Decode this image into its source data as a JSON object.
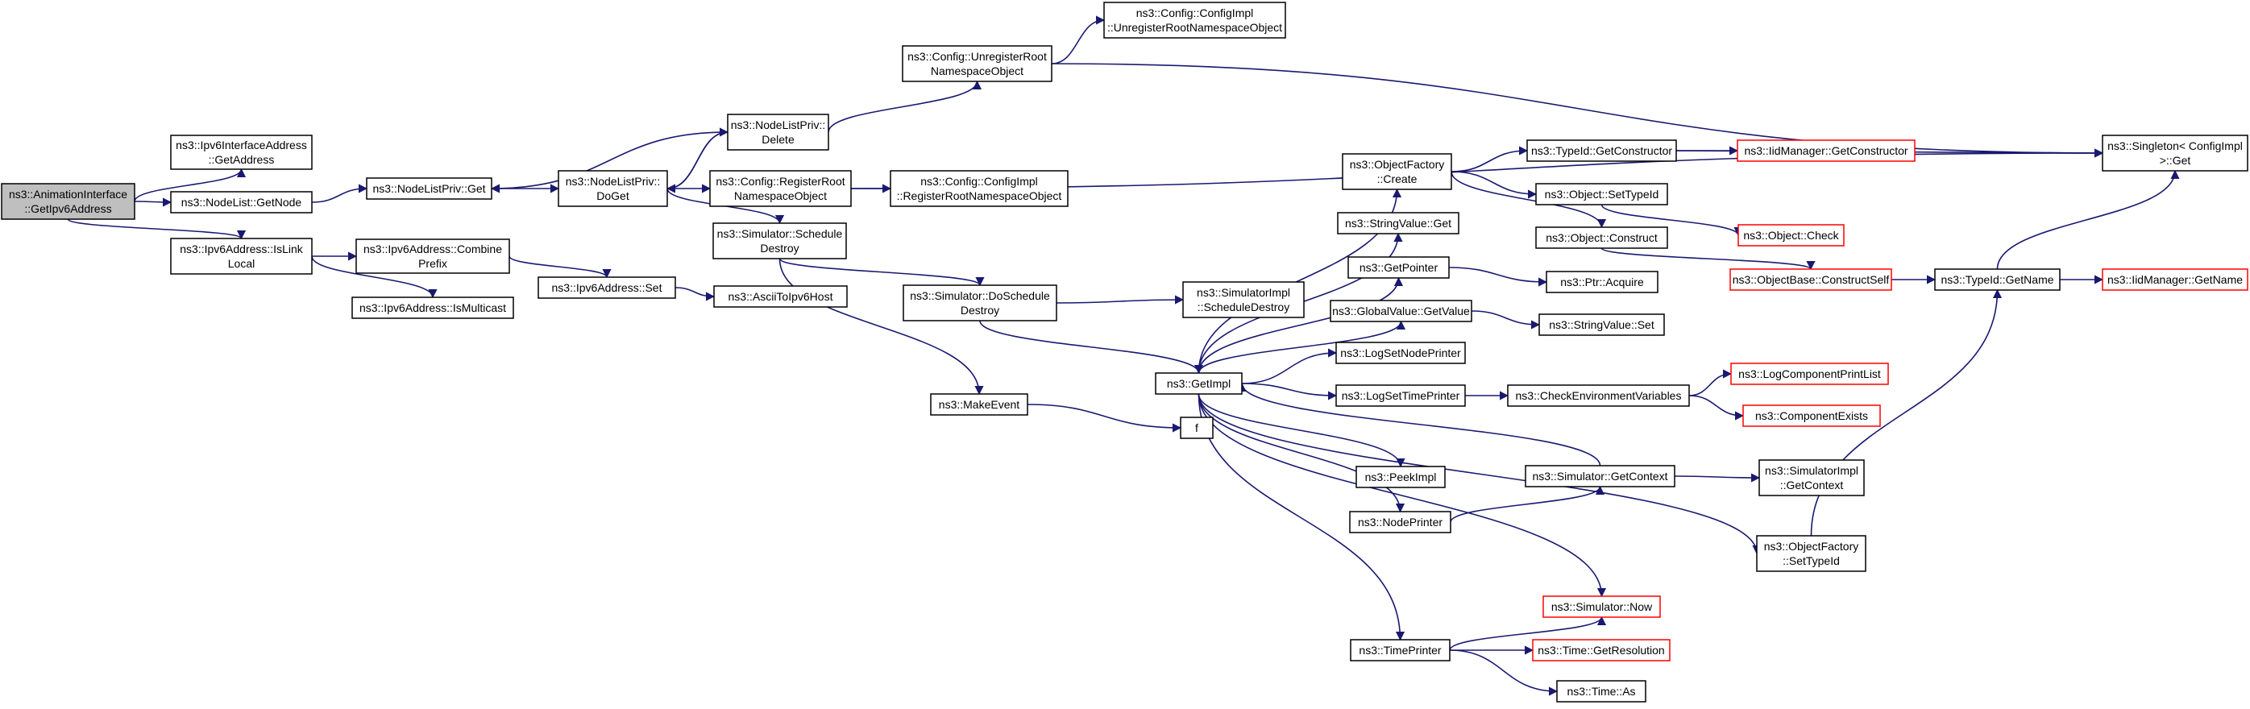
{
  "graph": {
    "root_fill": "#bfbfbf",
    "edge_color": "#191970",
    "truncated_border_color": "#ff0000",
    "nodes": [
      {
        "id": "root",
        "lines": [
          "ns3::AnimationInterface",
          "::GetIpv6Address"
        ],
        "root": true
      },
      {
        "id": "ifaddr",
        "lines": [
          "ns3::Ipv6InterfaceAddress",
          "::GetAddress"
        ]
      },
      {
        "id": "getnode",
        "lines": [
          "ns3::NodeList::GetNode"
        ]
      },
      {
        "id": "islink",
        "lines": [
          "ns3::Ipv6Address::IsLink",
          "Local"
        ]
      },
      {
        "id": "nlpget",
        "lines": [
          "ns3::NodeListPriv::Get"
        ]
      },
      {
        "id": "combine",
        "lines": [
          "ns3::Ipv6Address::Combine",
          "Prefix"
        ]
      },
      {
        "id": "ismulti",
        "lines": [
          "ns3::Ipv6Address::IsMulticast"
        ]
      },
      {
        "id": "v6set",
        "lines": [
          "ns3::Ipv6Address::Set"
        ]
      },
      {
        "id": "ascii",
        "lines": [
          "ns3::AsciiToIpv6Host"
        ]
      },
      {
        "id": "doget",
        "lines": [
          "ns3::NodeListPriv::",
          "DoGet"
        ]
      },
      {
        "id": "delete",
        "lines": [
          "ns3::NodeListPriv::",
          "Delete"
        ]
      },
      {
        "id": "unreg",
        "lines": [
          "ns3::Config::UnregisterRoot",
          "NamespaceObject"
        ]
      },
      {
        "id": "implunreg",
        "lines": [
          "ns3::Config::ConfigImpl",
          "::UnregisterRootNamespaceObject"
        ]
      },
      {
        "id": "reg",
        "lines": [
          "ns3::Config::RegisterRoot",
          "NamespaceObject"
        ]
      },
      {
        "id": "implreg",
        "lines": [
          "ns3::Config::ConfigImpl",
          "::RegisterRootNamespaceObject"
        ]
      },
      {
        "id": "schedd",
        "lines": [
          "ns3::Simulator::Schedule",
          "Destroy"
        ]
      },
      {
        "id": "doschedd",
        "lines": [
          "ns3::Simulator::DoSchedule",
          "Destroy"
        ]
      },
      {
        "id": "simimplsd",
        "lines": [
          "ns3::SimulatorImpl",
          "::ScheduleDestroy"
        ]
      },
      {
        "id": "makeevent",
        "lines": [
          "ns3::MakeEvent"
        ]
      },
      {
        "id": "f",
        "lines": [
          "f"
        ]
      },
      {
        "id": "getimpl",
        "lines": [
          "ns3::GetImpl"
        ]
      },
      {
        "id": "ofcreate",
        "lines": [
          "ns3::ObjectFactory",
          "::Create"
        ]
      },
      {
        "id": "svget",
        "lines": [
          "ns3::StringValue::Get"
        ]
      },
      {
        "id": "getpointer",
        "lines": [
          "ns3::GetPointer"
        ]
      },
      {
        "id": "gvgetvalue",
        "lines": [
          "ns3::GlobalValue::GetValue"
        ]
      },
      {
        "id": "lsnp",
        "lines": [
          "ns3::LogSetNodePrinter"
        ]
      },
      {
        "id": "lstp",
        "lines": [
          "ns3::LogSetTimePrinter"
        ]
      },
      {
        "id": "peekimpl",
        "lines": [
          "ns3::PeekImpl"
        ]
      },
      {
        "id": "nodeprinter",
        "lines": [
          "ns3::NodePrinter"
        ]
      },
      {
        "id": "timeprinter",
        "lines": [
          "ns3::TimePrinter"
        ]
      },
      {
        "id": "tidgetctor",
        "lines": [
          "ns3::TypeId::GetConstructor"
        ]
      },
      {
        "id": "objsettid",
        "lines": [
          "ns3::Object::SetTypeId"
        ]
      },
      {
        "id": "objconstruct",
        "lines": [
          "ns3::Object::Construct"
        ]
      },
      {
        "id": "ptracq",
        "lines": [
          "ns3::Ptr::Acquire"
        ]
      },
      {
        "id": "svset",
        "lines": [
          "ns3::StringValue::Set"
        ]
      },
      {
        "id": "checkenv",
        "lines": [
          "ns3::CheckEnvironmentVariables"
        ]
      },
      {
        "id": "simgetctx",
        "lines": [
          "ns3::Simulator::GetContext"
        ]
      },
      {
        "id": "ofsettid",
        "lines": [
          "ns3::ObjectFactory",
          "::SetTypeId"
        ]
      },
      {
        "id": "simnow",
        "lines": [
          "ns3::Simulator::Now"
        ],
        "truncated": true
      },
      {
        "id": "timegetres",
        "lines": [
          "ns3::Time::GetResolution"
        ],
        "truncated": true
      },
      {
        "id": "timeas",
        "lines": [
          "ns3::Time::As"
        ]
      },
      {
        "id": "iidgetctor",
        "lines": [
          "ns3::IidManager::GetConstructor"
        ],
        "truncated": true
      },
      {
        "id": "objcheck",
        "lines": [
          "ns3::Object::Check"
        ],
        "truncated": true
      },
      {
        "id": "constructself",
        "lines": [
          "ns3::ObjectBase::ConstructSelf"
        ],
        "truncated": true
      },
      {
        "id": "logcomplist",
        "lines": [
          "ns3::LogComponentPrintList"
        ],
        "truncated": true
      },
      {
        "id": "compexists",
        "lines": [
          "ns3::ComponentExists"
        ],
        "truncated": true
      },
      {
        "id": "simimplctx",
        "lines": [
          "ns3::SimulatorImpl",
          "::GetContext"
        ]
      },
      {
        "id": "tidgetname",
        "lines": [
          "ns3::TypeId::GetName"
        ]
      },
      {
        "id": "iidgetname",
        "lines": [
          "ns3::IidManager::GetName"
        ],
        "truncated": true
      },
      {
        "id": "singleton",
        "lines": [
          "ns3::Singleton< ConfigImpl",
          " >::Get"
        ]
      }
    ]
  }
}
